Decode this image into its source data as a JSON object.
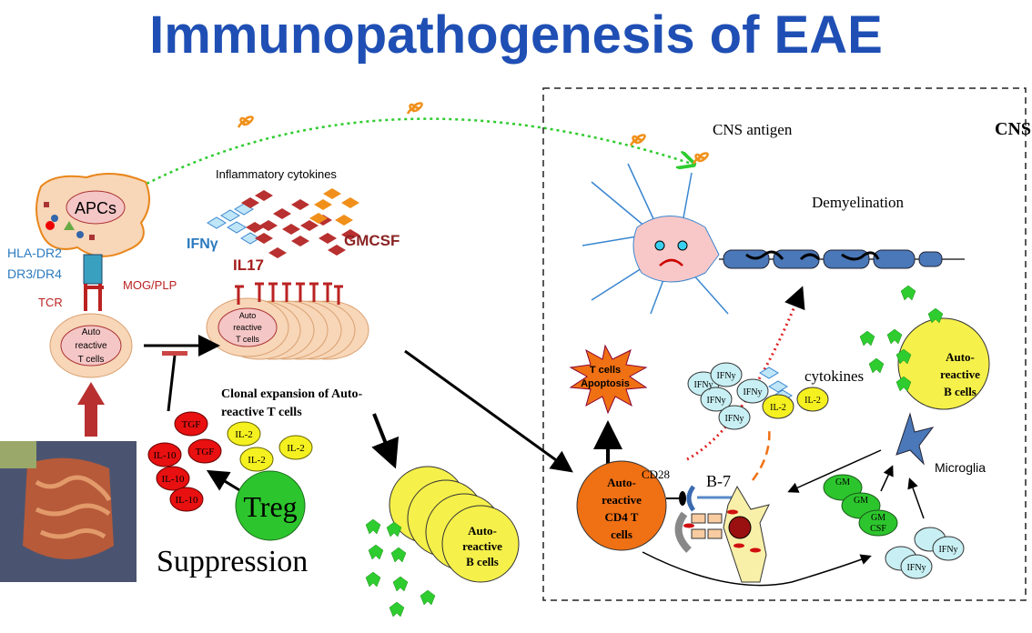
{
  "title": "Immunopathogenesis of EAE",
  "cns": {
    "box_label": "CNS",
    "antigen_label": "CNS antigen",
    "demyelination_label": "Demyelination"
  },
  "periphery": {
    "apc_label": "APCs",
    "hla_line1": "HLA-DR2",
    "hla_line2": "DR3/DR4",
    "tcr_label": "TCR",
    "mog_label": "MOG/PLP",
    "tcell_lines": [
      "Auto",
      "reactive",
      "T cells"
    ],
    "inflammatory_label": "Inflammatory cytokines",
    "ifng_label": "IFNγ",
    "il17_label": "IL17",
    "gmcsf_label": "GMCSF",
    "clonal_line1": "Clonal expansion of Auto-",
    "clonal_line2": "reactive  T cells",
    "tgf_label": "TGF",
    "il10_label": "IL-10",
    "il2_label": "IL-2",
    "treg_label": "Treg",
    "suppression_label": "Suppression",
    "bcell_lines": [
      "Auto-",
      "reactive",
      "B cells"
    ]
  },
  "cns_events": {
    "apoptosis_lines": [
      "T cells",
      "Apoptosis"
    ],
    "cd4_lines": [
      "Auto-",
      "reactive",
      "CD4 T",
      "cells"
    ],
    "cd28_label": "CD28",
    "b7_label": "B-7",
    "ifny_label": "IFNy",
    "il2_label": "IL-2",
    "cytokines_label": "cytokines",
    "bcell_lines": [
      "Auto-",
      "reactive",
      "B cells"
    ],
    "microglia_label": "Microglia",
    "gm_label": "GM",
    "csf_label": "CSF"
  },
  "colors": {
    "title": "#1f4fb4",
    "ifng": "#2b7bbf",
    "il17": "#a51c1c",
    "gmcsf": "#8b2323",
    "treg": "#2dc52d",
    "tcell": "#f8d6b8",
    "bcell": "#f5f04a",
    "cd4": "#f07014"
  }
}
